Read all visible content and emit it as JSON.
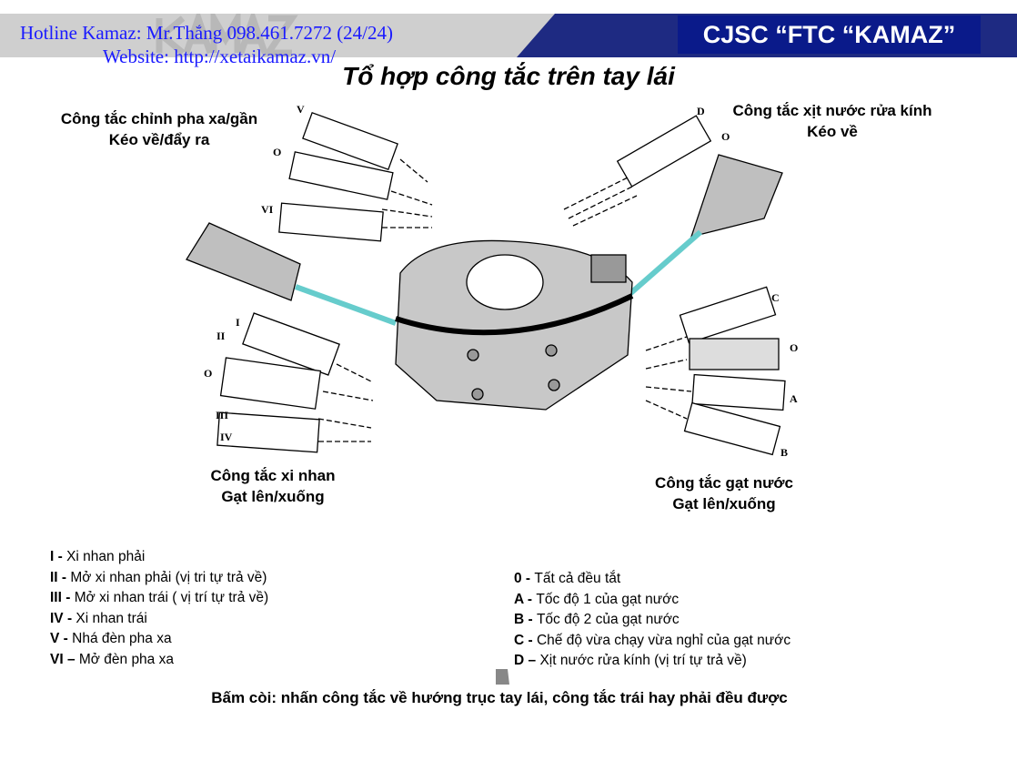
{
  "header": {
    "hotline": "Hotline Kamaz: Mr.Thắng  098.461.7272  (24/24)",
    "website": "Website: http://xetaikamaz.vn/",
    "watermark": "KAMAZ",
    "brand": "CJSC “FTC “KAMAZ”"
  },
  "title": "Tổ hợp công tắc trên tay lái",
  "labels": {
    "headlight": [
      "Công tắc chỉnh pha xa/gần",
      "Kéo về/đẩy ra"
    ],
    "washer": [
      "Công tắc xịt nước rửa kính",
      "Kéo về"
    ],
    "turn": [
      "Công tắc xi nhan",
      "Gạt lên/xuống"
    ],
    "wiper": [
      "Công tắc gạt nước",
      "Gạt lên/xuống"
    ]
  },
  "positions": {
    "V": "V",
    "O": "O",
    "VI": "VI",
    "I": "I",
    "II": "II",
    "III": "III",
    "IV": "IV",
    "D": "D",
    "C": "C",
    "A": "A",
    "B": "B"
  },
  "legend_left": [
    {
      "key": "I  - ",
      "text": " Xi nhan phải"
    },
    {
      "key": "II  - ",
      "text": " Mở xi nhan phải (vị tri tự trả về)"
    },
    {
      "key": "III - ",
      "text": " Mở xi nhan trái ( vị trí tự trả về)"
    },
    {
      "key": "IV - ",
      "text": " Xi nhan trái"
    },
    {
      "key": "V  - ",
      "text": "Nhá đèn pha xa"
    },
    {
      "key": "VI – ",
      "text": "Mở đèn pha xa"
    }
  ],
  "legend_right": [
    {
      "key": "0 - ",
      "text": " Tất cả đều tắt"
    },
    {
      "key": "A - ",
      "text": "Tốc độ 1 của gạt nước"
    },
    {
      "key": "B - ",
      "text": "Tốc độ 2 của gạt nước"
    },
    {
      "key": "C - ",
      "text": "Chế độ vừa chạy vừa nghỉ của gạt nước"
    },
    {
      "key": "D – ",
      "text": "Xịt nước rửa kính (vị trí tự trả về)"
    }
  ],
  "footer": "Bấm còi: nhấn công tắc về hướng trục tay lái, công tắc trái hay phải đều được"
}
